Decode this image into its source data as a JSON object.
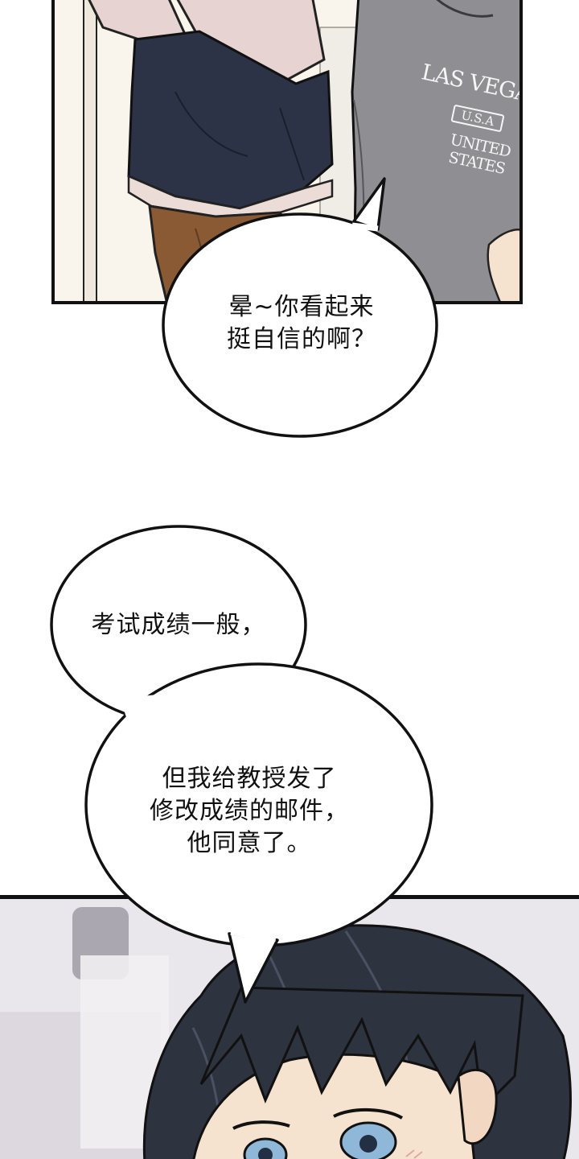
{
  "panels": {
    "top": {
      "shirt_print": {
        "line1": "LAS VEGAS",
        "line2": "U.S.A",
        "line3": "UNITED STATES"
      }
    }
  },
  "bubbles": [
    {
      "lines": [
        "晕~你看起来",
        "挺自信的啊？"
      ]
    },
    {
      "lines": [
        "考试成绩一般，"
      ]
    },
    {
      "lines": [
        "但我给教授发了",
        "修改成绩的邮件，",
        "他同意了。"
      ]
    }
  ],
  "colors": {
    "ink": "#111111",
    "panel_bg_top": "#faf5ec",
    "jacket_navy": "#2c3346",
    "sweater_grey": "#8f8f93",
    "pink_shirt": "#e7d3d1",
    "brown_pants": "#8a5a34",
    "hair_dark": "#2e3340",
    "skin": "#f6e3cf",
    "eye_blue": "#8fb8d8"
  }
}
